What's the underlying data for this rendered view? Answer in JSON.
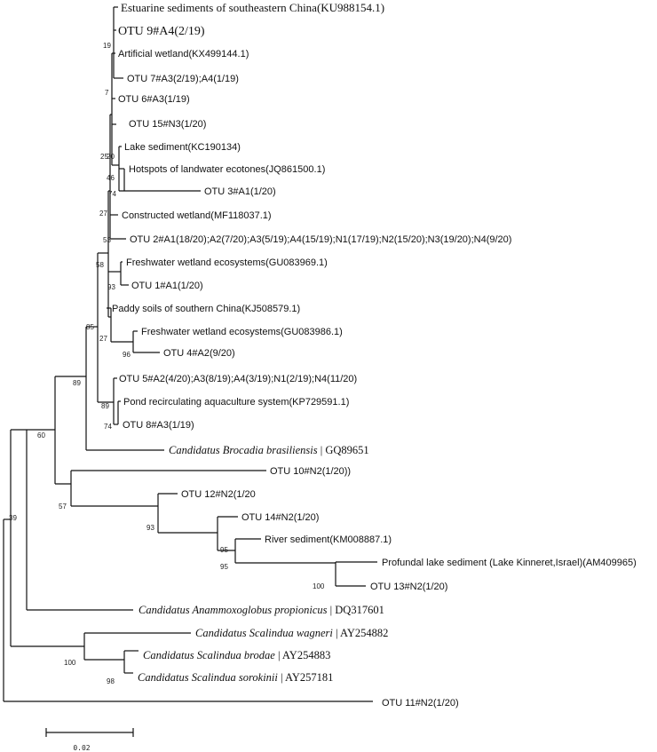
{
  "leaves": {
    "estuarine": "Estuarine sediments of southeastern China(KU988154.1)",
    "otu9": "OTU 9#A4(2/19)",
    "artificial": "Artificial wetland(KX499144.1)",
    "otu7": "OTU 7#A3(2/19);A4(1/19)",
    "otu6": "OTU 6#A3(1/19)",
    "otu15": "OTU 15#N3(1/20)",
    "lake": "Lake sediment(KC190134)",
    "hotspots": "Hotspots of landwater ecotones(JQ861500.1)",
    "otu3": "OTU 3#A1(1/20)",
    "constructed": "Constructed wetland(MF118037.1)",
    "otu2": "OTU 2#A1(18/20);A2(7/20);A3(5/19);A4(15/19);N1(17/19);N2(15/20);N3(19/20);N4(9/20)",
    "freshwater1": "Freshwater wetland ecosystems(GU083969.1)",
    "otu1": "OTU 1#A1(1/20)",
    "paddy": "Paddy soils of southern China(KJ508579.1)",
    "freshwater2": "Freshwater wetland ecosystems(GU083986.1)",
    "otu4": "OTU 4#A2(9/20)",
    "otu5": "OTU 5#A2(4/20);A3(8/19);A4(3/19);N1(2/19);N4(11/20)",
    "pond": "Pond recirculating aquaculture system(KP729591.1)",
    "otu8": "OTU 8#A3(1/19)",
    "brocadia_name": "Candidatus Brocadia brasiliensis",
    "brocadia_acc": "| GQ89651",
    "otu10": "OTU 10#N2(1/20))",
    "otu12": "OTU 12#N2(1/20",
    "otu14": "OTU 14#N2(1/20)",
    "river": "River sediment(KM008887.1)",
    "profundal": "Profundal lake sediment (Lake Kinneret,Israel)(AM409965)",
    "otu13": "OTU 13#N2(1/20)",
    "anammoxo_name": "Candidatus Anammoxoglobus propionicus",
    "anammoxo_acc": "| DQ317601",
    "wagneri_name": "Candidatus Scalindua wagneri",
    "wagneri_acc": "| AY254882",
    "brodae_name": "Candidatus Scalindua brodae",
    "brodae_acc": "| AY254883",
    "sorokinii_name": "Candidatus Scalindua sorokinii",
    "sorokinii_acc": "| AY257181",
    "otu11": "OTU 11#N2(1/20)"
  },
  "bootstrap": {
    "b19": "19",
    "b7": "7",
    "b25": "25",
    "b20": "20",
    "b46": "46",
    "b74a": "74",
    "b27a": "27",
    "b53": "53",
    "b58": "58",
    "b93": "93",
    "b85": "85",
    "b27b": "27",
    "b96": "96",
    "b89a": "89",
    "b89b": "89",
    "b74b": "74",
    "b60": "60",
    "b57": "57",
    "b93b": "93",
    "b95a": "95",
    "b95b": "95",
    "b100a": "100",
    "b39": "39",
    "b100b": "100",
    "b98": "98"
  },
  "scale": {
    "label": "0.02"
  }
}
